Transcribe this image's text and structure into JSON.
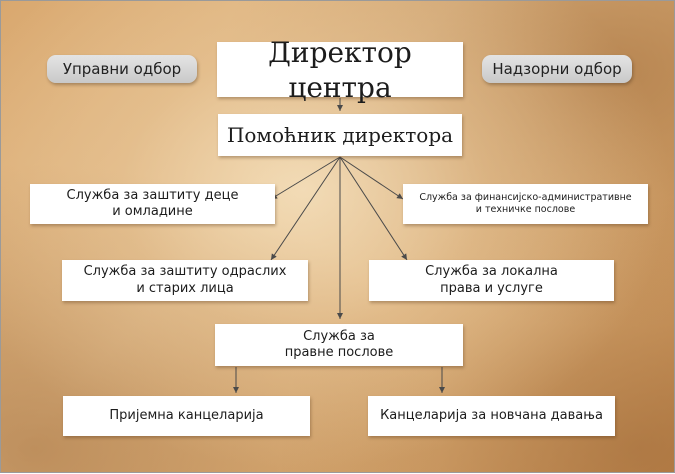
{
  "diagram": {
    "side_left": "Управни одбор",
    "director": "Директор центра",
    "side_right": "Надзорни одбор",
    "assistant": "Помоћник директора",
    "service_children": "Служба за заштиту деце\nи омладине",
    "service_finance": "Служба за финансијско-административне\nи техничке послове",
    "service_adults": "Служба за заштиту одраслих\nи старих лица",
    "service_local": "Служба за локална\nправа и услуге",
    "service_legal": "Служба за\nправне послове",
    "reception": "Пријемна канцеларија",
    "cash_office": "Канцеларија за новчана давања"
  },
  "colors": {
    "background": "#dcae76",
    "box_fill": "#ffffff",
    "pill_fill": "#d6d6d6",
    "line": "#4a4a4a"
  }
}
